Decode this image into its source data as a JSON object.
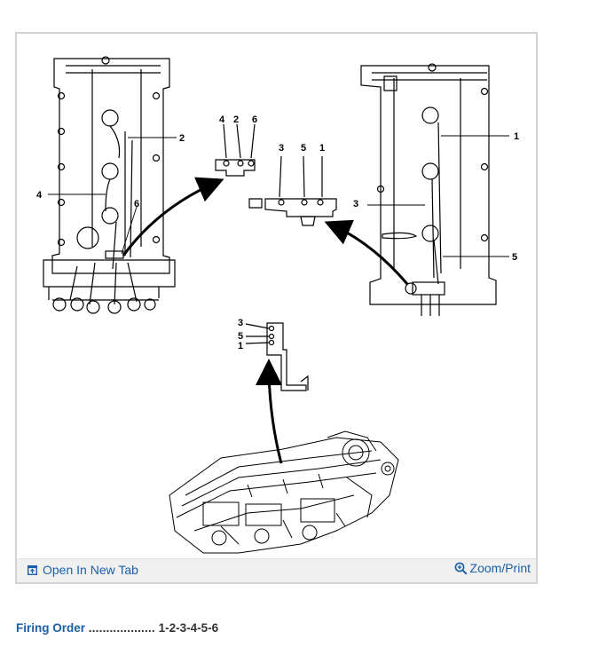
{
  "figure": {
    "callouts_left": [
      "4",
      "2",
      "6",
      "2",
      "4",
      "6"
    ],
    "callouts_right": [
      "3",
      "5",
      "1",
      "1",
      "3",
      "5"
    ],
    "callouts_bracket": [
      "3",
      "5",
      "1"
    ]
  },
  "toolbar": {
    "open_label": "Open In New Tab",
    "zoom_label": "Zoom/Print",
    "open_icon": "open-in-new-tab-icon",
    "zoom_icon": "zoom-icon",
    "link_color": "#1a5fa8"
  },
  "spec": {
    "label": "Firing Order",
    "dots": "...................",
    "value": "1-2-3-4-5-6"
  }
}
